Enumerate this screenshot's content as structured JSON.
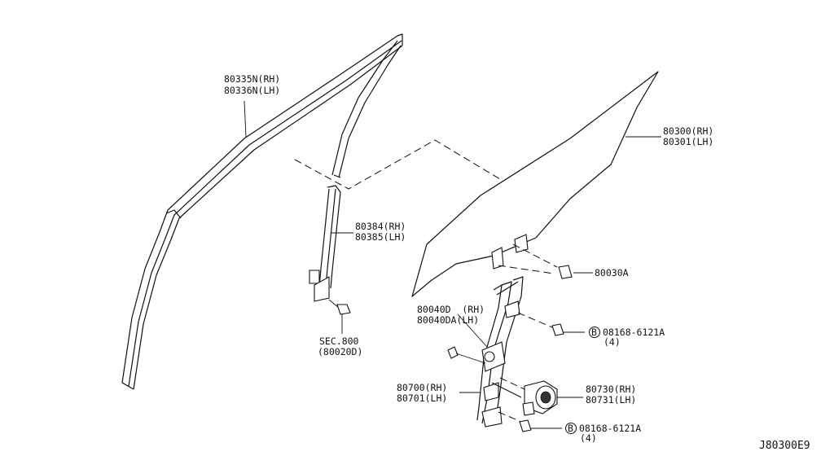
{
  "diagram": {
    "reference_code": "J80300E9",
    "callouts": {
      "sash_front": {
        "line1": "80335N(RH)",
        "line2": "80336N(LH)"
      },
      "sash_rear": {
        "line1": "80384(RH)",
        "line2": "80385(LH)"
      },
      "glass": {
        "line1": "80300(RH)",
        "line2": "80301(LH)"
      },
      "glass_bolt": {
        "line1": "80030A"
      },
      "sec": {
        "line1": "SEC.800",
        "line2": "(80020D)"
      },
      "bolt_upper": {
        "line1": "80040D  (RH)",
        "line2": "80040DA(LH)"
      },
      "regulator": {
        "line1": "80700(RH)",
        "line2": "80701(LH)"
      },
      "motor": {
        "line1": "80730(RH)",
        "line2": "80731(LH)"
      },
      "bolt_b_upper": {
        "prefix": "B",
        "line1": "08168-6121A",
        "qty": "(4)"
      },
      "bolt_b_lower": {
        "prefix": "B",
        "line1": "08168-6121A",
        "qty": "(4)"
      }
    }
  }
}
